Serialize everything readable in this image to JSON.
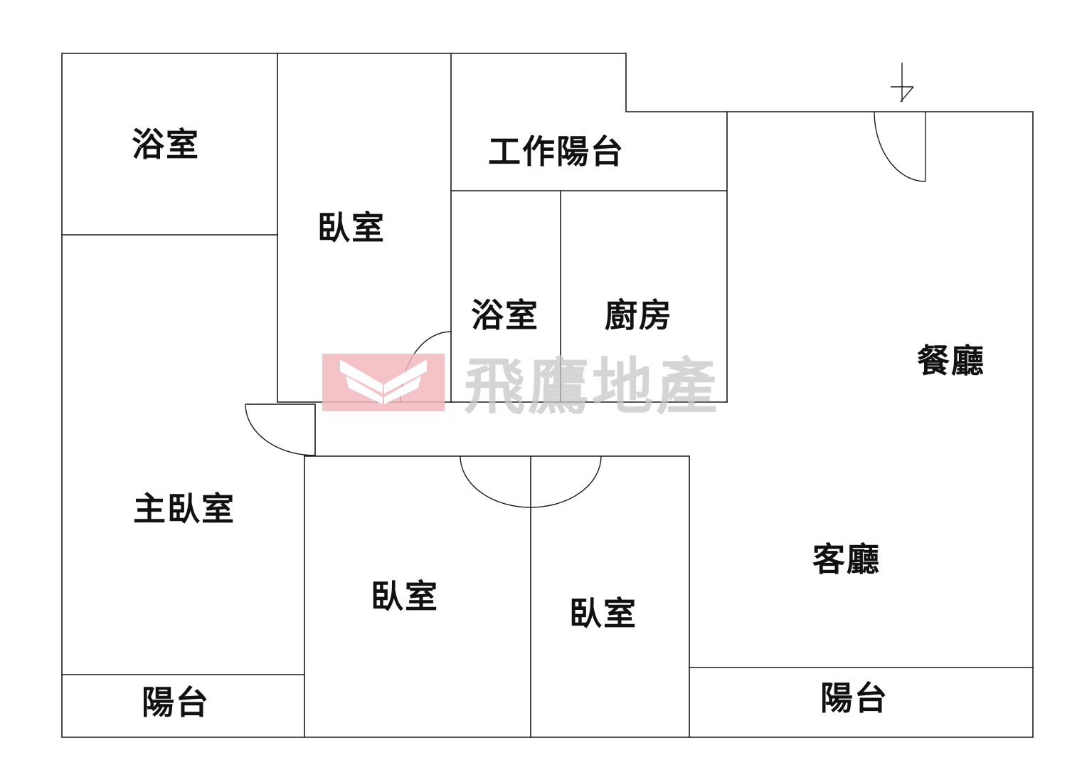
{
  "rooms": {
    "bath_nw": "浴室",
    "bedroom_n": "臥室",
    "utility_balcony": "工作陽台",
    "bath_center": "浴室",
    "kitchen": "廚房",
    "dining": "餐廳",
    "master_bedroom": "主臥室",
    "bedroom_sc": "臥室",
    "bedroom_se": "臥室",
    "living": "客廳",
    "balcony_w": "陽台",
    "balcony_e": "陽台"
  },
  "watermark": {
    "text": "飛鷹地產",
    "logo_color": "#f2b8bd"
  },
  "colors": {
    "wall": "#1a1a1a",
    "watermark_text": "#c8c8c8"
  }
}
